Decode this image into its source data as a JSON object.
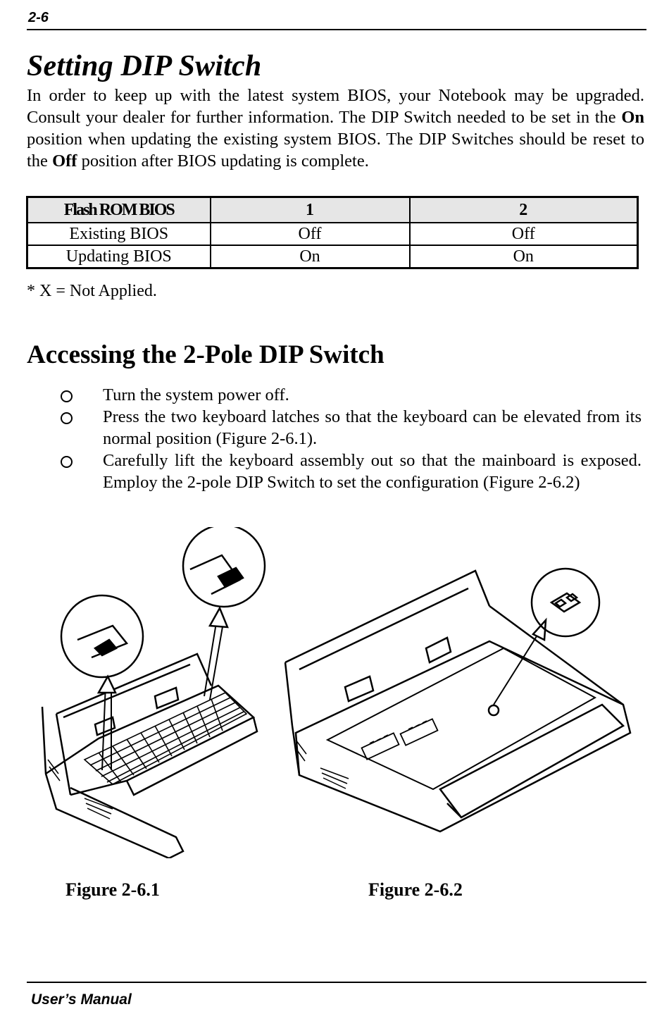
{
  "header": {
    "page_number": "2-6"
  },
  "section": {
    "title": "Setting DIP Switch",
    "intro": {
      "part1": "In order to keep up with the latest system BIOS, your Notebook may be upgraded.  Consult your dealer for further information.  The DIP Switch needed to be set in the ",
      "bold1": "On",
      "part2": " position when updating the existing system BIOS.  The DIP Switches should be reset to the ",
      "bold2": "Off",
      "part3": " position after BIOS updating is complete."
    }
  },
  "bios_table": {
    "headers": [
      "Flash ROM BIOS",
      "1",
      "2"
    ],
    "rows": [
      [
        "Existing BIOS",
        "Off",
        "Off"
      ],
      [
        "Updating BIOS",
        "On",
        "On"
      ]
    ]
  },
  "note": "* X = Not Applied.",
  "subsection": {
    "title": "Accessing the 2-Pole DIP Switch",
    "steps": [
      "Turn the system power off.",
      "Press the two keyboard latches so that the keyboard can be elevated from its normal position (Figure 2-6.1).",
      "Carefully lift the keyboard assembly out so that the mainboard is exposed.  Employ the 2-pole DIP Switch to set the configuration (Figure 2-6.2)"
    ]
  },
  "figures": {
    "fig1_caption": "Figure 2-6.1",
    "fig2_caption": "Figure 2-6.2"
  },
  "footer": {
    "label": "User’s Manual"
  }
}
